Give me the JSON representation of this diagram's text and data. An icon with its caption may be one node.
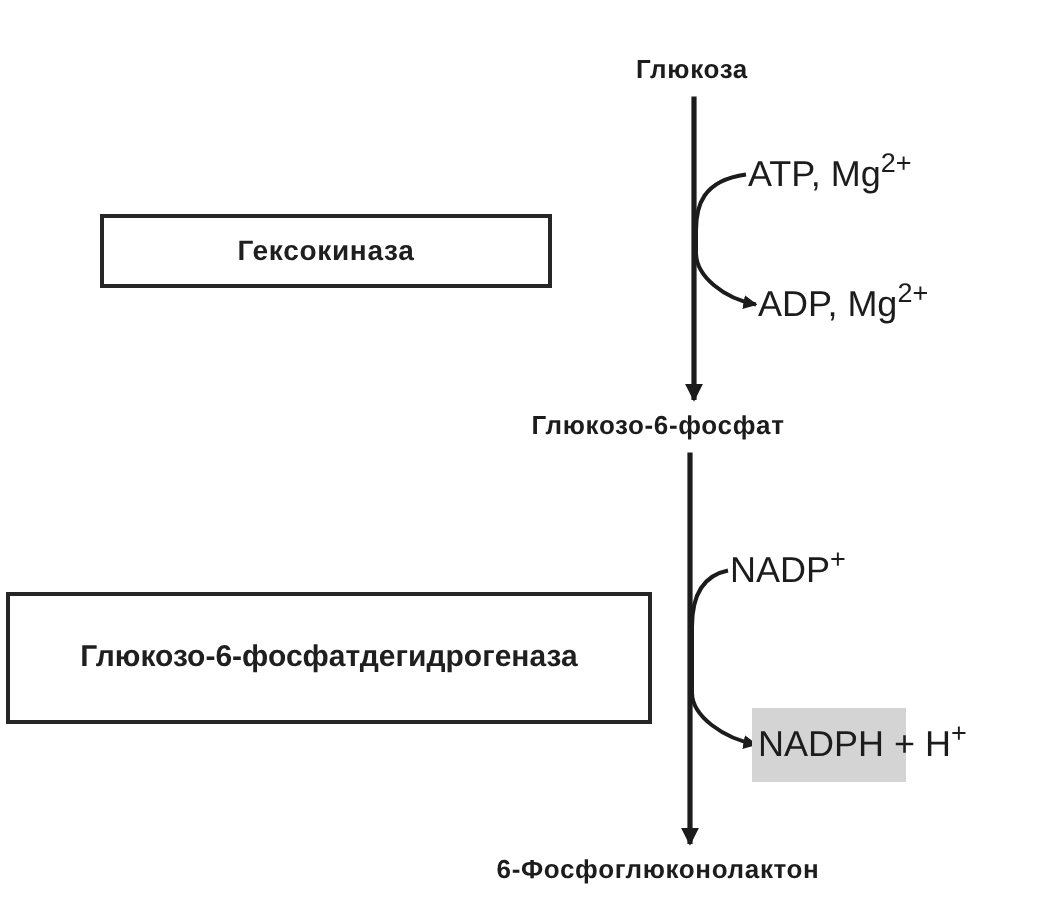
{
  "diagram": {
    "nodes": [
      {
        "text": [
          "Глюкоза"
        ]
      },
      {
        "text": [
          "Гексокиназа"
        ]
      },
      {
        "text": [
          "ATP, Mg$^{2+}$"
        ]
      },
      {
        "text": [
          "ADP, Mg$^{2+}$"
        ]
      },
      {
        "text": [
          "Глюкозо-6-фосфат"
        ]
      },
      {
        "text": [
          "Глюкозо-6-фосфатдегидрогеназа"
        ]
      },
      {
        "text": [
          "NADP$^{+}$"
        ]
      },
      {
        "text": [
          "NADPH + H$^{+}$"
        ]
      },
      {
        "text": [
          "6-Фосфоглюконолактон"
        ]
      }
    ],
    "edges": [
      {
        "from": 0,
        "to": 4,
        "arrow": "to"
      },
      {
        "from": 2,
        "to": 3,
        "arrow": "to"
      },
      {
        "from": 4,
        "to": 8,
        "arrow": "to"
      },
      {
        "from": 6,
        "to": 7,
        "arrow": "to"
      }
    ]
  }
}
